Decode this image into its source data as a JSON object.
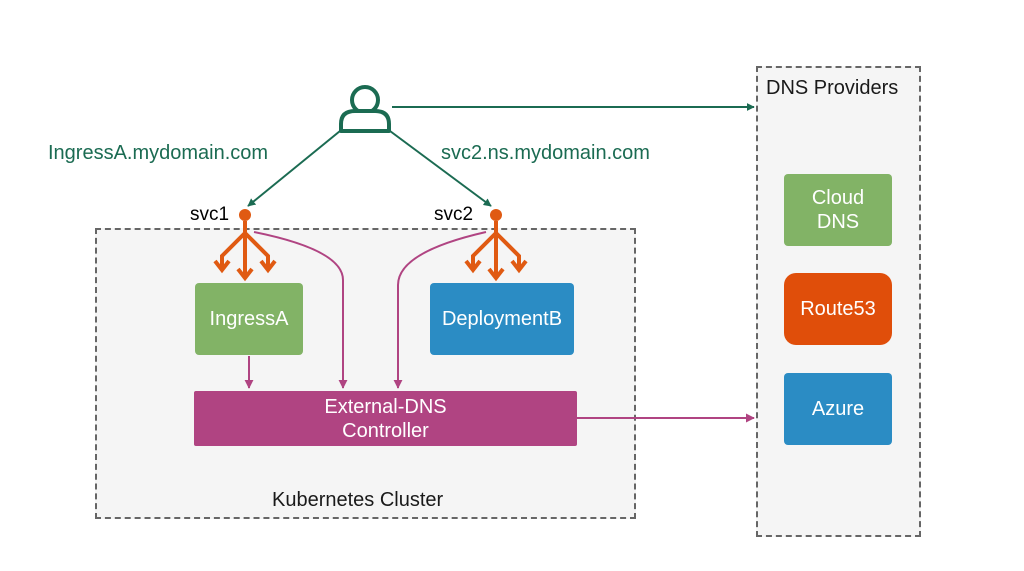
{
  "colors": {
    "teal": "#1b6b52",
    "orange": "#e05a12",
    "magenta": "#b04482",
    "green": "#82b366",
    "blue": "#2b8cc4",
    "route53": "#e04e0a"
  },
  "edge_labels": {
    "ingress_host": "IngressA.mydomain.com",
    "svc2_host": "svc2.ns.mydomain.com"
  },
  "services": {
    "svc1": "svc1",
    "svc2": "svc2"
  },
  "cluster": {
    "label": "Kubernetes Cluster",
    "ingress": "IngressA",
    "deployment": "DeploymentB",
    "controller_line1": "External-DNS",
    "controller_line2": "Controller"
  },
  "providers": {
    "label": "DNS Providers",
    "cloud_dns_line1": "Cloud",
    "cloud_dns_line2": "DNS",
    "route53": "Route53",
    "azure": "Azure"
  },
  "icons": {
    "user": "user-icon",
    "service": "service-endpoint-icon"
  }
}
